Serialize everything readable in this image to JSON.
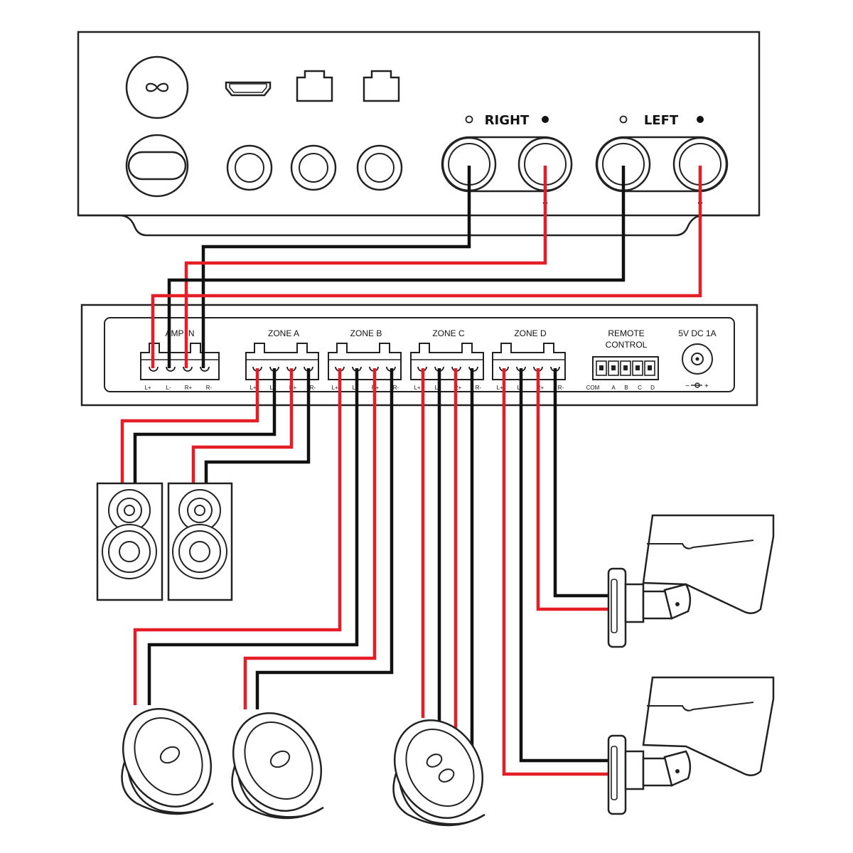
{
  "colors": {
    "wire_positive": "#e41e26",
    "wire_negative": "#111111",
    "outline": "#222222",
    "background": "#ffffff"
  },
  "source": {
    "icons": [
      "infinity-logo-icon",
      "hdmi-port-icon",
      "ethernet-port-icon",
      "optical-port-icon",
      "coax-jack-icon"
    ],
    "right_label": "RIGHT",
    "left_label": "LEFT",
    "minus_mark": "–"
  },
  "selector": {
    "amp_in": {
      "label": "AMP IN",
      "terminals": [
        "L+",
        "L-",
        "R+",
        "R-"
      ]
    },
    "zones": [
      {
        "label": "ZONE A",
        "terminals": [
          "L+",
          "L-",
          "R+",
          "R-"
        ]
      },
      {
        "label": "ZONE B",
        "terminals": [
          "L+",
          "L-",
          "R+",
          "R-"
        ]
      },
      {
        "label": "ZONE C",
        "terminals": [
          "L+",
          "L-",
          "R+",
          "R-"
        ]
      },
      {
        "label": "ZONE D",
        "terminals": [
          "L+",
          "L-",
          "R+",
          "R-"
        ]
      }
    ],
    "remote": {
      "label_line1": "REMOTE",
      "label_line2": "CONTROL",
      "terminals": [
        "COM",
        "A",
        "B",
        "C",
        "D"
      ]
    },
    "power": {
      "label": "5V DC 1A",
      "polarity_minus": "−",
      "polarity_plus": "+"
    }
  },
  "speakers": {
    "zone_a": "bookshelf-speaker-icon",
    "zone_b": "in-ceiling-speaker-icon",
    "zone_c": "in-ceiling-speaker-icon",
    "zone_d": "outdoor-speaker-icon"
  }
}
